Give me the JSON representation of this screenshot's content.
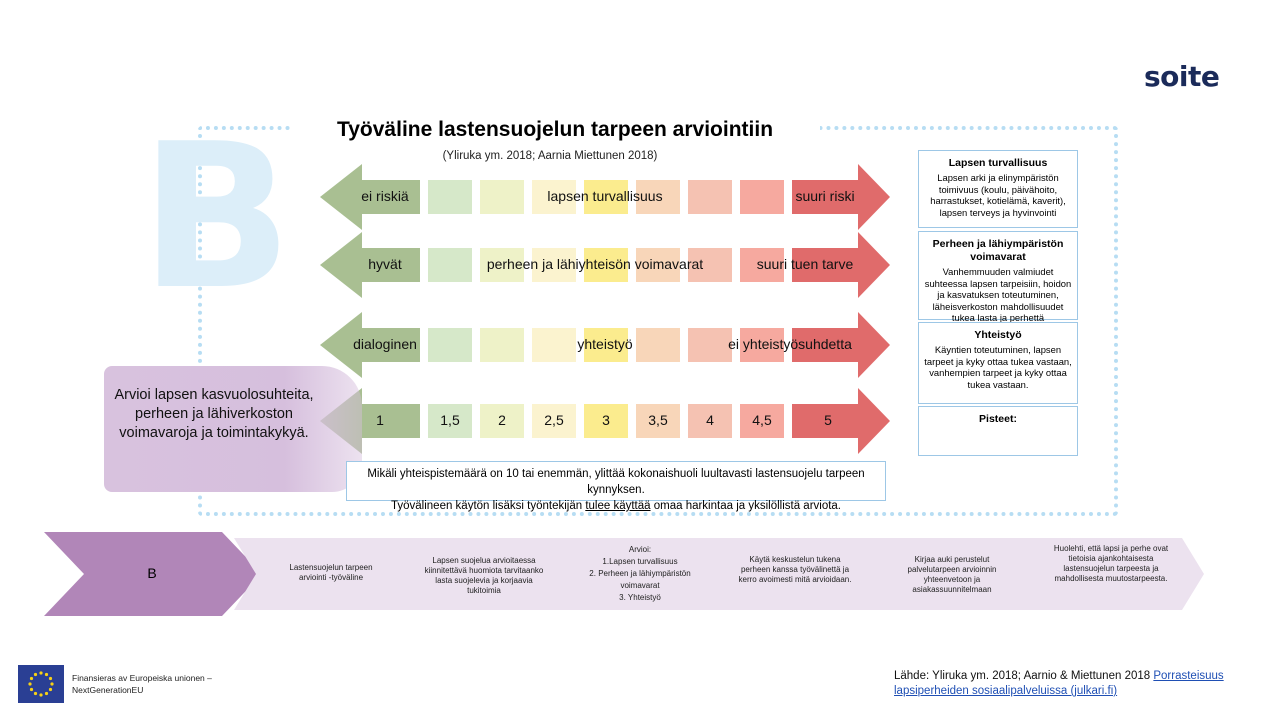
{
  "logo": {
    "text_left": "so",
    "text_i": "i",
    "text_right": "te"
  },
  "big_letter": "B",
  "title": "Työväline lastensuojelun tarpeen arviointiin",
  "subtitle": "(Yliruka ym. 2018; Aarnia Miettunen 2018)",
  "rows": [
    {
      "left": "ei riskiä",
      "center": "lapsen turvallisuus",
      "right": "suuri riski"
    },
    {
      "left": "hyvät",
      "center": "perheen ja lähiyhteisön voimavarat",
      "right": "suuri tuen tarve"
    },
    {
      "left": "dialoginen",
      "center": "yhteistyö",
      "right": "ei yhteistyösuhdetta"
    },
    {
      "scores": [
        "1",
        "1,5",
        "2",
        "2,5",
        "3",
        "3,5",
        "4",
        "4,5",
        "5"
      ]
    }
  ],
  "scale_colors": [
    "#d6e8c9",
    "#eef2c8",
    "#fbf3cf",
    "#fbec8e",
    "#f8d6b9",
    "#f5c2b2",
    "#f6a99f"
  ],
  "side_text": "Arvioi lapsen kasvuolosuhteita, perheen ja lähiverkoston voimavaroja ja toimintakykyä.",
  "note": {
    "line1": "Mikäli yhteispistemäärä on 10 tai enemmän, ylittää kokonaishuoli luultavasti lastensuojelu tarpeen kynnyksen.",
    "line2_a": "Työvälineen käytön lisäksi työntekijän ",
    "line2_u": "tulee käyttää",
    "line2_b": " omaa harkintaa ja yksilöllistä arviota."
  },
  "right_boxes": [
    {
      "heading": "Lapsen turvallisuus",
      "body": "Lapsen arki ja elinympäristön toimivuus (koulu, päivähoito, harrastukset, kotielämä, kaverit), lapsen terveys ja hyvinvointi"
    },
    {
      "heading": "Perheen ja lähiympäristön voimavarat",
      "body": "Vanhemmuuden valmiudet suhteessa lapsen tarpeisiin, hoidon ja kasvatuksen toteutuminen, läheisverkoston mahdollisuudet tukea lasta ja perhettä"
    },
    {
      "heading": "Yhteistyö",
      "body": "Käyntien toteutuminen, lapsen tarpeet ja kyky ottaa tukea vastaan, vanhempien tarpeet ja kyky ottaa tukea vastaan."
    },
    {
      "heading": "Pisteet:",
      "body": ""
    }
  ],
  "process": {
    "first": "B",
    "steps": [
      "Lastensuojelun tarpeen arviointi -työväline",
      "Lapsen suojelua arvioitaessa kiinnitettävä huomiota tarvitaanko lasta suojelevia ja korjaavia tukitoimia",
      "Arvioi:\n1.Lapsen turvallisuus\n2. Perheen ja lähiympäristön voimavarat\n3. Yhteistyö",
      "Käytä keskustelun tukena perheen kanssa työvälinettä ja kerro avoimesti mitä arvioidaan.",
      "Kirjaa auki perustelut palvelutarpeen arvioinnin yhteenvetoon ja asiakassuunnitelmaan",
      "Huolehti, että lapsi ja perhe ovat tietoisia ajankohtaisesta lastensuojelun tarpeesta ja mahdollisesta muutostarpeesta."
    ]
  },
  "eu": {
    "line1": "Finansieras av Europeiska unionen –",
    "line2": "NextGenerationEU"
  },
  "source": {
    "prefix": "Lähde: Yliruka ym. 2018; Aarnio & Miettunen 2018 ",
    "link": "Porrasteisuus lapsiperheiden sosiaalipalveluissa (julkari.fi)"
  }
}
